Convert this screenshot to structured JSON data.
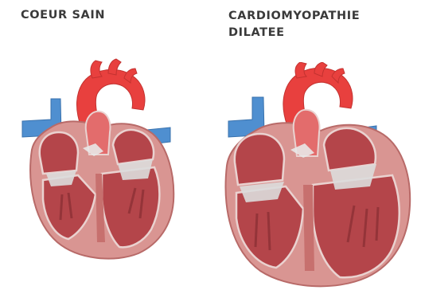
{
  "labels": {
    "healthy": "COEUR SAIN",
    "dilated_line1": "CARDIOMYOPATHIE",
    "dilated_line2": "DILATEE"
  },
  "colors": {
    "aorta": "#e8403e",
    "vena_cava": "#4f8fd0",
    "myocardium_outer": "#d99592",
    "myocardium_edge": "#b86a68",
    "chamber": "#b4454a",
    "chamber_dark": "#943439",
    "valve": "#dcdcdc",
    "text": "#3a3a3a"
  }
}
